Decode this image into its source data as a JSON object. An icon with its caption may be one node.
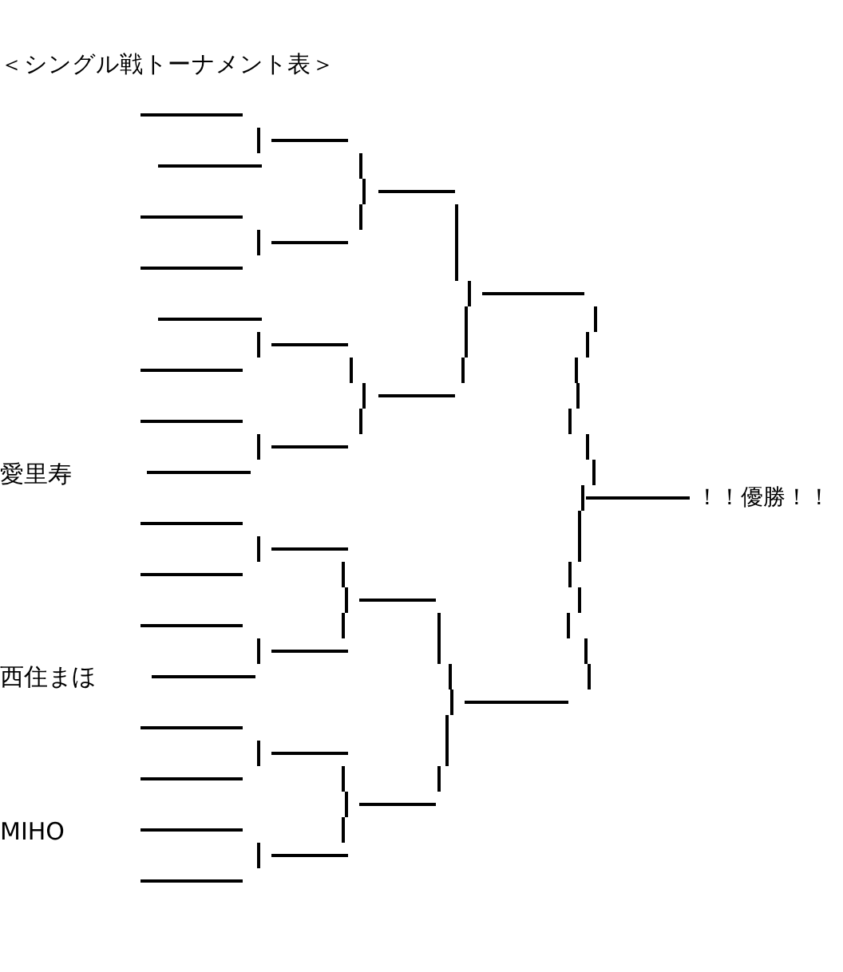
{
  "diagram": {
    "title": "＜シングル戦トーナメント表＞",
    "labels": [
      "愛里寿",
      "！！優勝！！",
      "西住まほ",
      "MIHO"
    ]
  }
}
